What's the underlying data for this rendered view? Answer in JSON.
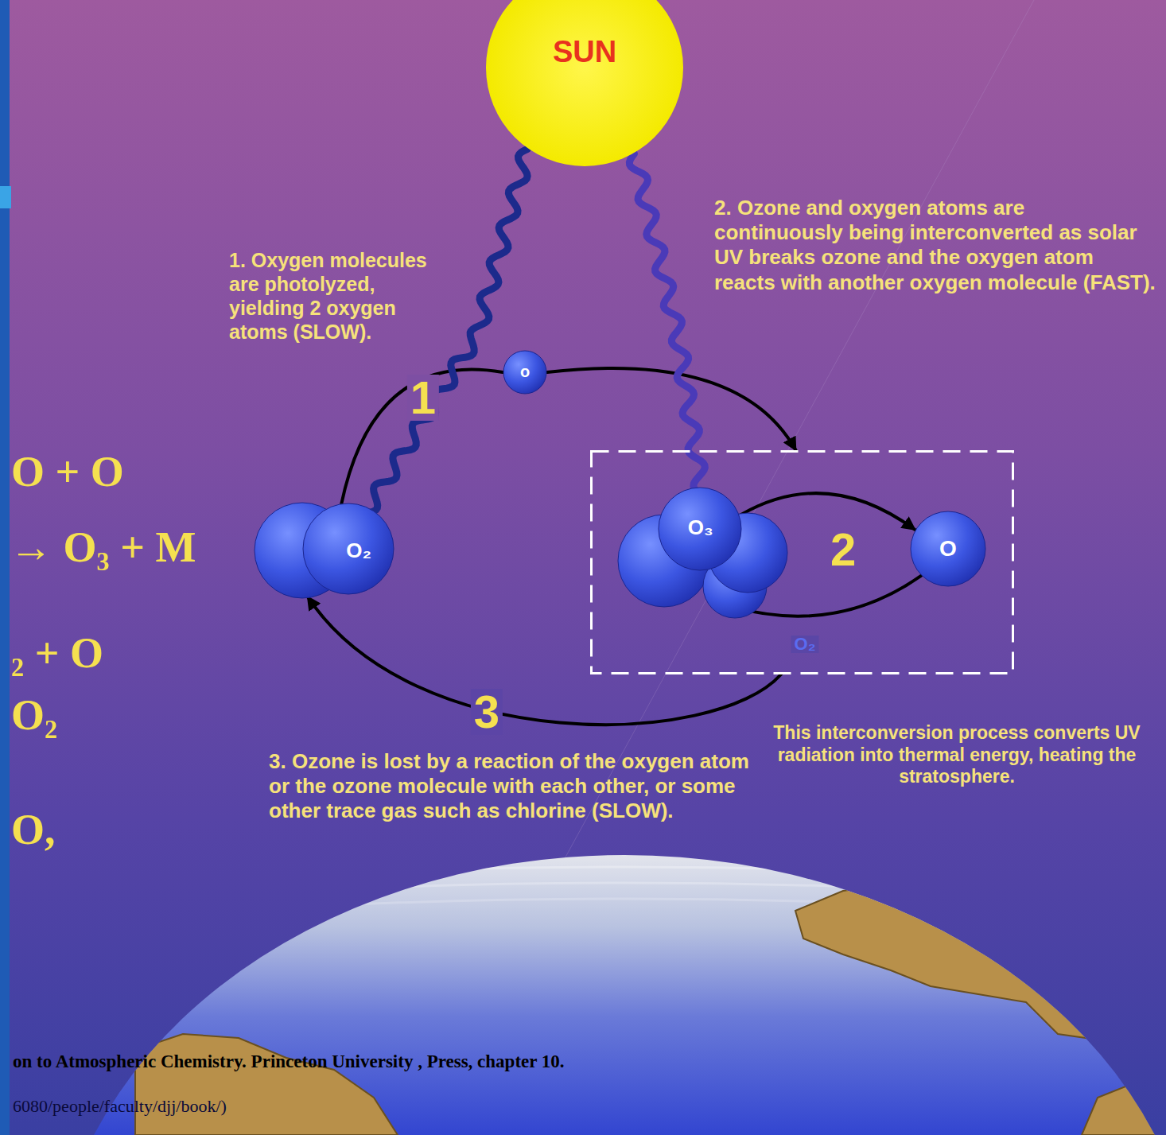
{
  "diagram": {
    "nodes": [
      {
        "text": [
          "SUN"
        ]
      },
      {
        "text": [
          "O₂"
        ]
      },
      {
        "text": [
          "o"
        ]
      },
      {
        "text": [
          "2"
        ]
      },
      {
        "text": [
          "O₃"
        ],
        "in": 3
      },
      {
        "text": [
          "O"
        ],
        "in": 3
      }
    ],
    "edges": [
      {
        "from": 1,
        "to": 2,
        "arrow": "none",
        "label": "1"
      },
      {
        "from": 2,
        "to": 3,
        "arrow": "to"
      },
      {
        "from": 4,
        "to": 5,
        "arrow": "to"
      },
      {
        "from": 5,
        "to": 4,
        "arrow": "to",
        "label": "O₂"
      },
      {
        "from": 3,
        "to": 1,
        "arrow": "to",
        "label": "3"
      },
      {
        "from": 0,
        "to": 1,
        "arrow": "none"
      },
      {
        "from": 0,
        "to": 4,
        "arrow": "none"
      }
    ],
    "labels": [
      "1. Oxygen molecules are photolyzed, yielding 2 oxygen atoms (SLOW).",
      "2. Ozone and oxygen atoms are continuously being interconverted as solar UV breaks ozone and the oxygen atom reacts with another oxygen molecule (FAST).",
      "3. Ozone is lost by a reaction of the oxygen atom or the ozone molecule with each other, or some other trace gas such as chlorine (SLOW).",
      "This interconversion process converts UV radiation into thermal energy, heating the stratosphere.",
      "O + O",
      "→ O₃ + M",
      "₂ + O",
      "O₂",
      "O,",
      "on to Atmospheric Chemistry. Princeton University , Press, chapter 10.",
      "6080/people/faculty/djj/book/)"
    ]
  }
}
